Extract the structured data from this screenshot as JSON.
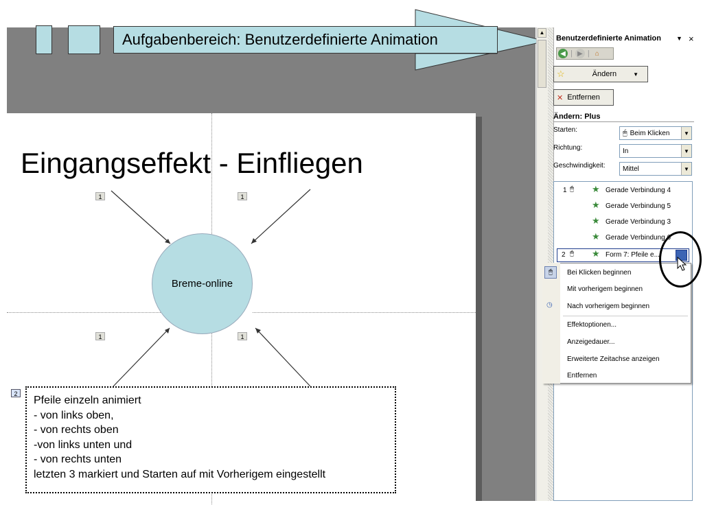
{
  "callout": {
    "banner_text": "Aufgabenbereich: Benutzerdefinierte Animation"
  },
  "slide": {
    "title": "Eingangseffekt - Einfliegen",
    "circle_label": "Breme-online",
    "order_tags": [
      "1",
      "1",
      "1",
      "1"
    ],
    "textbox_tag": "2",
    "textbox_lines": [
      "Pfeile einzeln animiert",
      "- von links oben,",
      "- von rechts oben",
      "-von links unten und",
      "- von rechts unten",
      "letzten 3 markiert und Starten auf mit Vorherigem eingestellt"
    ]
  },
  "panel": {
    "title": "Benutzerdefinierte Animation",
    "menu_arrow": "▼",
    "close": "×",
    "change_button": "Ändern",
    "remove_button": "Entfernen",
    "section_label": "Ändern: Plus",
    "properties": [
      {
        "label": "Starten:",
        "value": "Beim Klicken"
      },
      {
        "label": "Richtung:",
        "value": "In"
      },
      {
        "label": "Geschwindigkeit:",
        "value": "Mittel"
      }
    ],
    "list": {
      "item1_number": "1",
      "items": [
        "Gerade Verbindung 4",
        "Gerade Verbindung 5",
        "Gerade Verbindung 3",
        "Gerade Verbindung 6"
      ],
      "selected_number": "2",
      "selected_item": "Form 7: Pfeile e..."
    }
  },
  "context_menu": {
    "items": [
      "Bei Klicken beginnen",
      "Mit vorherigem beginnen",
      "Nach vorherigem beginnen",
      "Effektoptionen...",
      "Anzeigedauer...",
      "Erweiterte Zeitachse anzeigen",
      "Entfernen"
    ]
  },
  "colors": {
    "callout_fill": "#b6dde3",
    "workspace_gray": "#808080",
    "selection_blue": "#3c64b4",
    "arrow_star_green": "#3a8a3a"
  }
}
